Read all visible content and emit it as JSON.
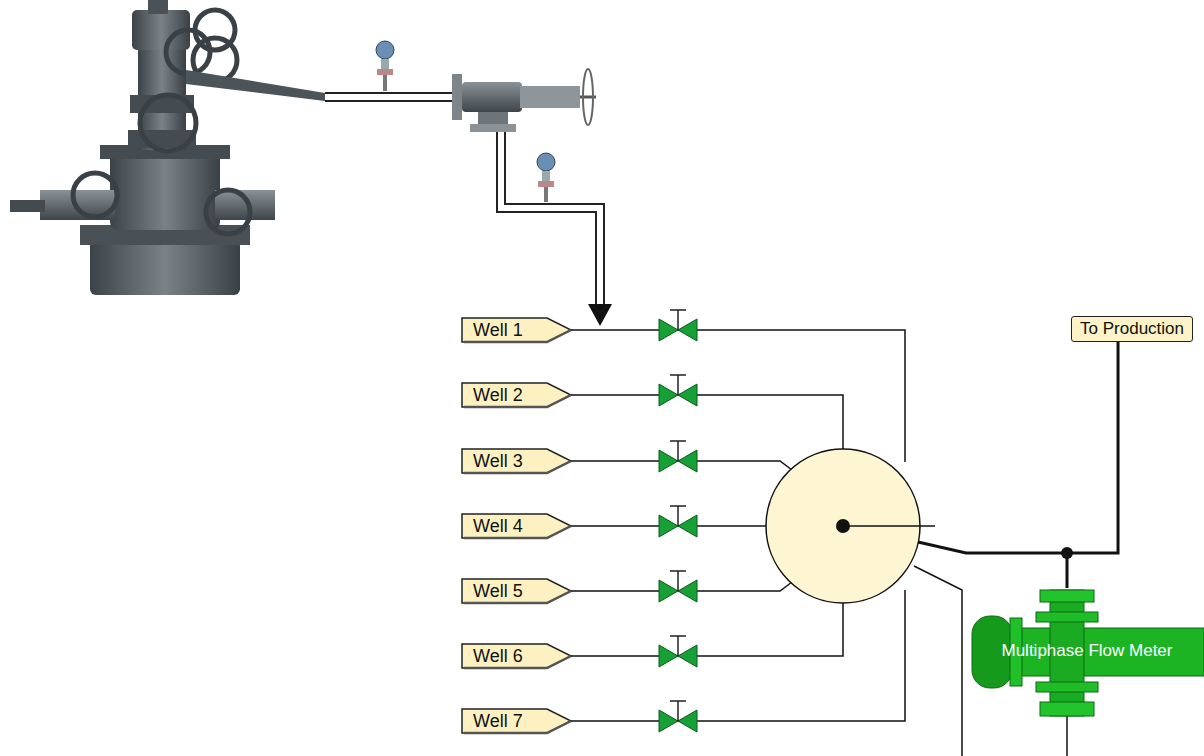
{
  "diagram": {
    "nodes": [
      {
        "text": [
          "Well 1"
        ]
      },
      {
        "text": [
          "Well 2"
        ]
      },
      {
        "text": [
          "Well 3"
        ]
      },
      {
        "text": [
          "Well 4"
        ]
      },
      {
        "text": [
          "Well 5"
        ]
      },
      {
        "text": [
          "Well 6"
        ]
      },
      {
        "text": [
          "Well 7"
        ]
      },
      {
        "text": [
          "To Production"
        ]
      },
      {
        "text": [
          "Multiphase Flow Meter"
        ]
      }
    ],
    "edges": [
      {
        "from": 8,
        "to": 7,
        "arrow": "none"
      }
    ]
  }
}
